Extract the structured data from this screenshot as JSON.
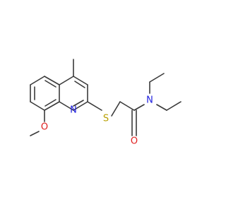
{
  "molecule": {
    "atom_labels": {
      "sulfur": "S",
      "amide_nitrogen": "N",
      "ring_nitrogen": "N",
      "carbonyl_oxygen": "O",
      "methoxy_oxygen": "O"
    },
    "colors": {
      "bond": "#3a3a3a",
      "sulfur": "#b8a000",
      "nitrogen": "#2020e0",
      "oxygen": "#e02020"
    }
  }
}
